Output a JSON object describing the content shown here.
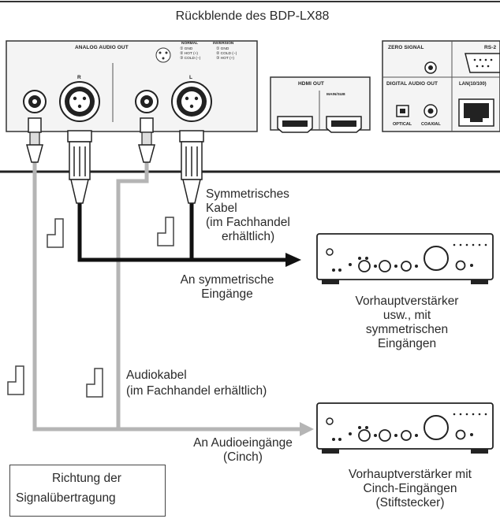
{
  "title": "Rückblende des BDP-LX88",
  "panel": {
    "analog_out": "ANALOG AUDIO OUT",
    "ch_r": "R",
    "ch_l": "L",
    "normal": "NORMAL",
    "inversion": "INVERSION",
    "pin_normal": [
      "① GND",
      "② HOT (+)",
      "③ COLD (−)"
    ],
    "pin_inversion": [
      "① GND",
      "② COLD (−)",
      "③ HOT (+)"
    ],
    "hdmi_out": "HDMI OUT",
    "main_sub": "MAIN/SUB",
    "zero_signal": "ZERO SIGNAL",
    "rs232": "RS-2",
    "digital_out": "DIGITAL AUDIO OUT",
    "lan": "LAN(10/100)",
    "optical": "OPTICAL",
    "coaxial": "COAXIAL"
  },
  "labels": {
    "symmetric_cable": [
      "Symmetrisches",
      "Kabel",
      "(im Fachhandel",
      "erhältlich)"
    ],
    "to_symmetric": [
      "An symmetrische",
      "Eingänge"
    ],
    "amp1": [
      "Vorhauptverstärker",
      "usw., mit",
      "symmetrischen",
      "Eingängen"
    ],
    "audio_cable": [
      "Audiokabel",
      "(im Fachhandel erhältlich)"
    ],
    "to_audio": [
      "An Audioeingänge",
      "(Cinch)"
    ],
    "amp2": [
      "Vorhauptverstärker mit",
      "Cinch-Eingängen",
      "(Stiftstecker)"
    ],
    "legend": [
      "Richtung der",
      "Signalübertragung"
    ]
  },
  "colors": {
    "panel_fill": "#f4f4f4",
    "black_cable": "#111111",
    "grey_cable": "#b5b5b5",
    "arrow_outline": "#444444"
  }
}
